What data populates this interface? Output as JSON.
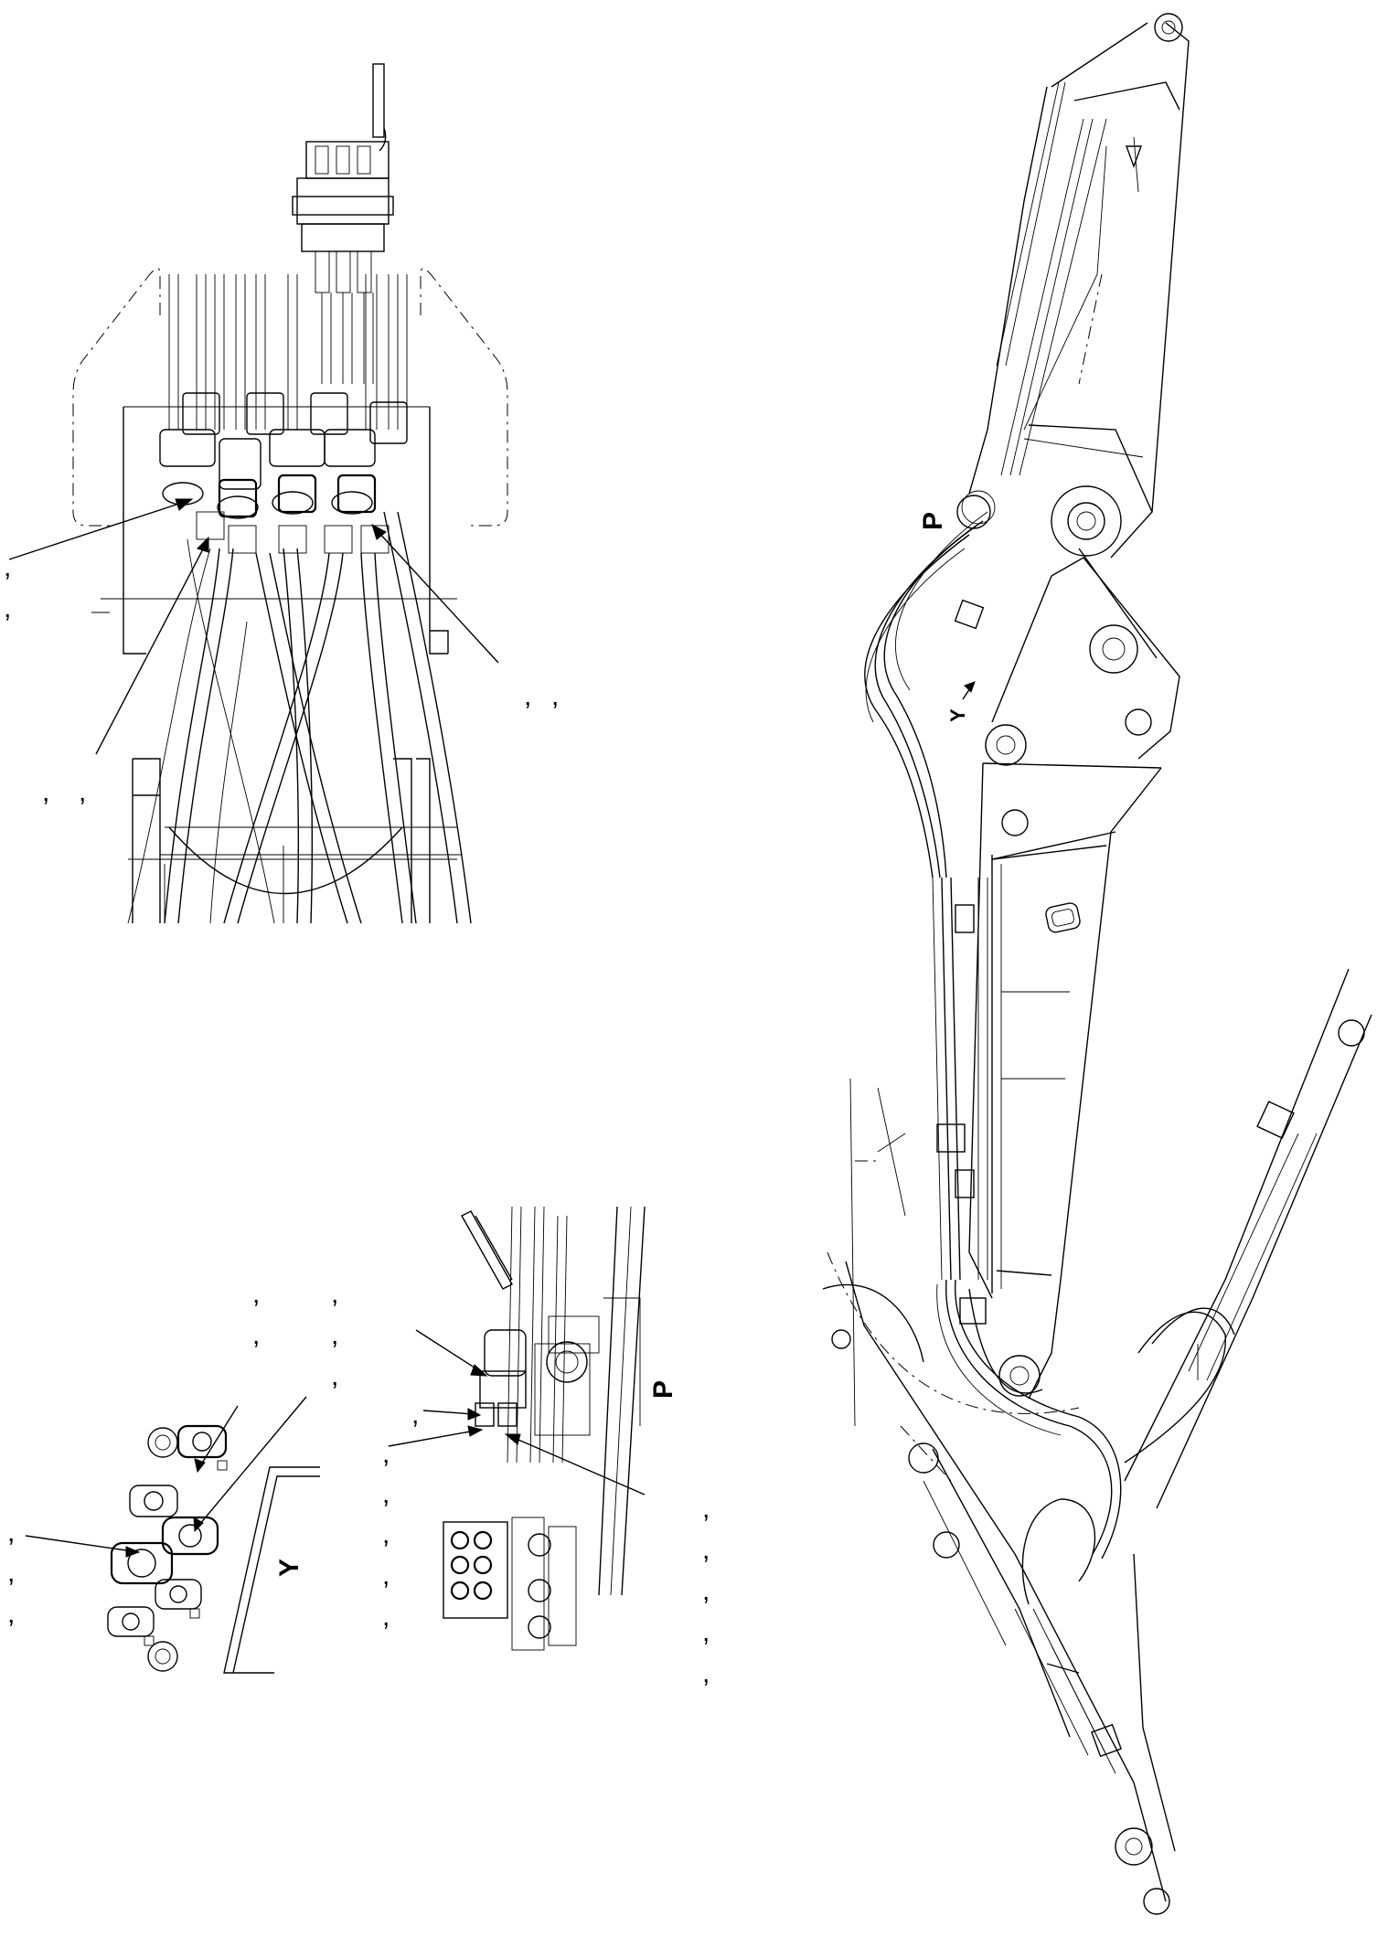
{
  "colors": {
    "ink": "#000000",
    "paper": "#ffffff"
  },
  "labels": {
    "view_p_main": "P",
    "view_p_detail": "P",
    "view_y_main": "Y",
    "view_y_detail": "Y"
  },
  "callouts": {
    "top_left_a": ",",
    "top_left_b": ",",
    "top_mid_a": ",",
    "top_mid_b": ",",
    "top_right_a": ",",
    "top_right_b": ",",
    "mid_col1_r1": ",",
    "mid_col2_r1": ",",
    "mid_col1_r2": ",",
    "mid_col2_r2": ",",
    "mid_col2_r3": ",",
    "left_low_1": ",",
    "left_low_2": ",",
    "left_low_3": ",",
    "p_detail_1": ",",
    "p_detail_2": ",",
    "p_detail_3": ",",
    "p_detail_4": ",",
    "p_detail_5": ",",
    "p_detail_6": ",",
    "right_low_1": ",",
    "right_low_2": ",",
    "right_low_3": ",",
    "right_low_4": ",",
    "right_low_5": ","
  }
}
